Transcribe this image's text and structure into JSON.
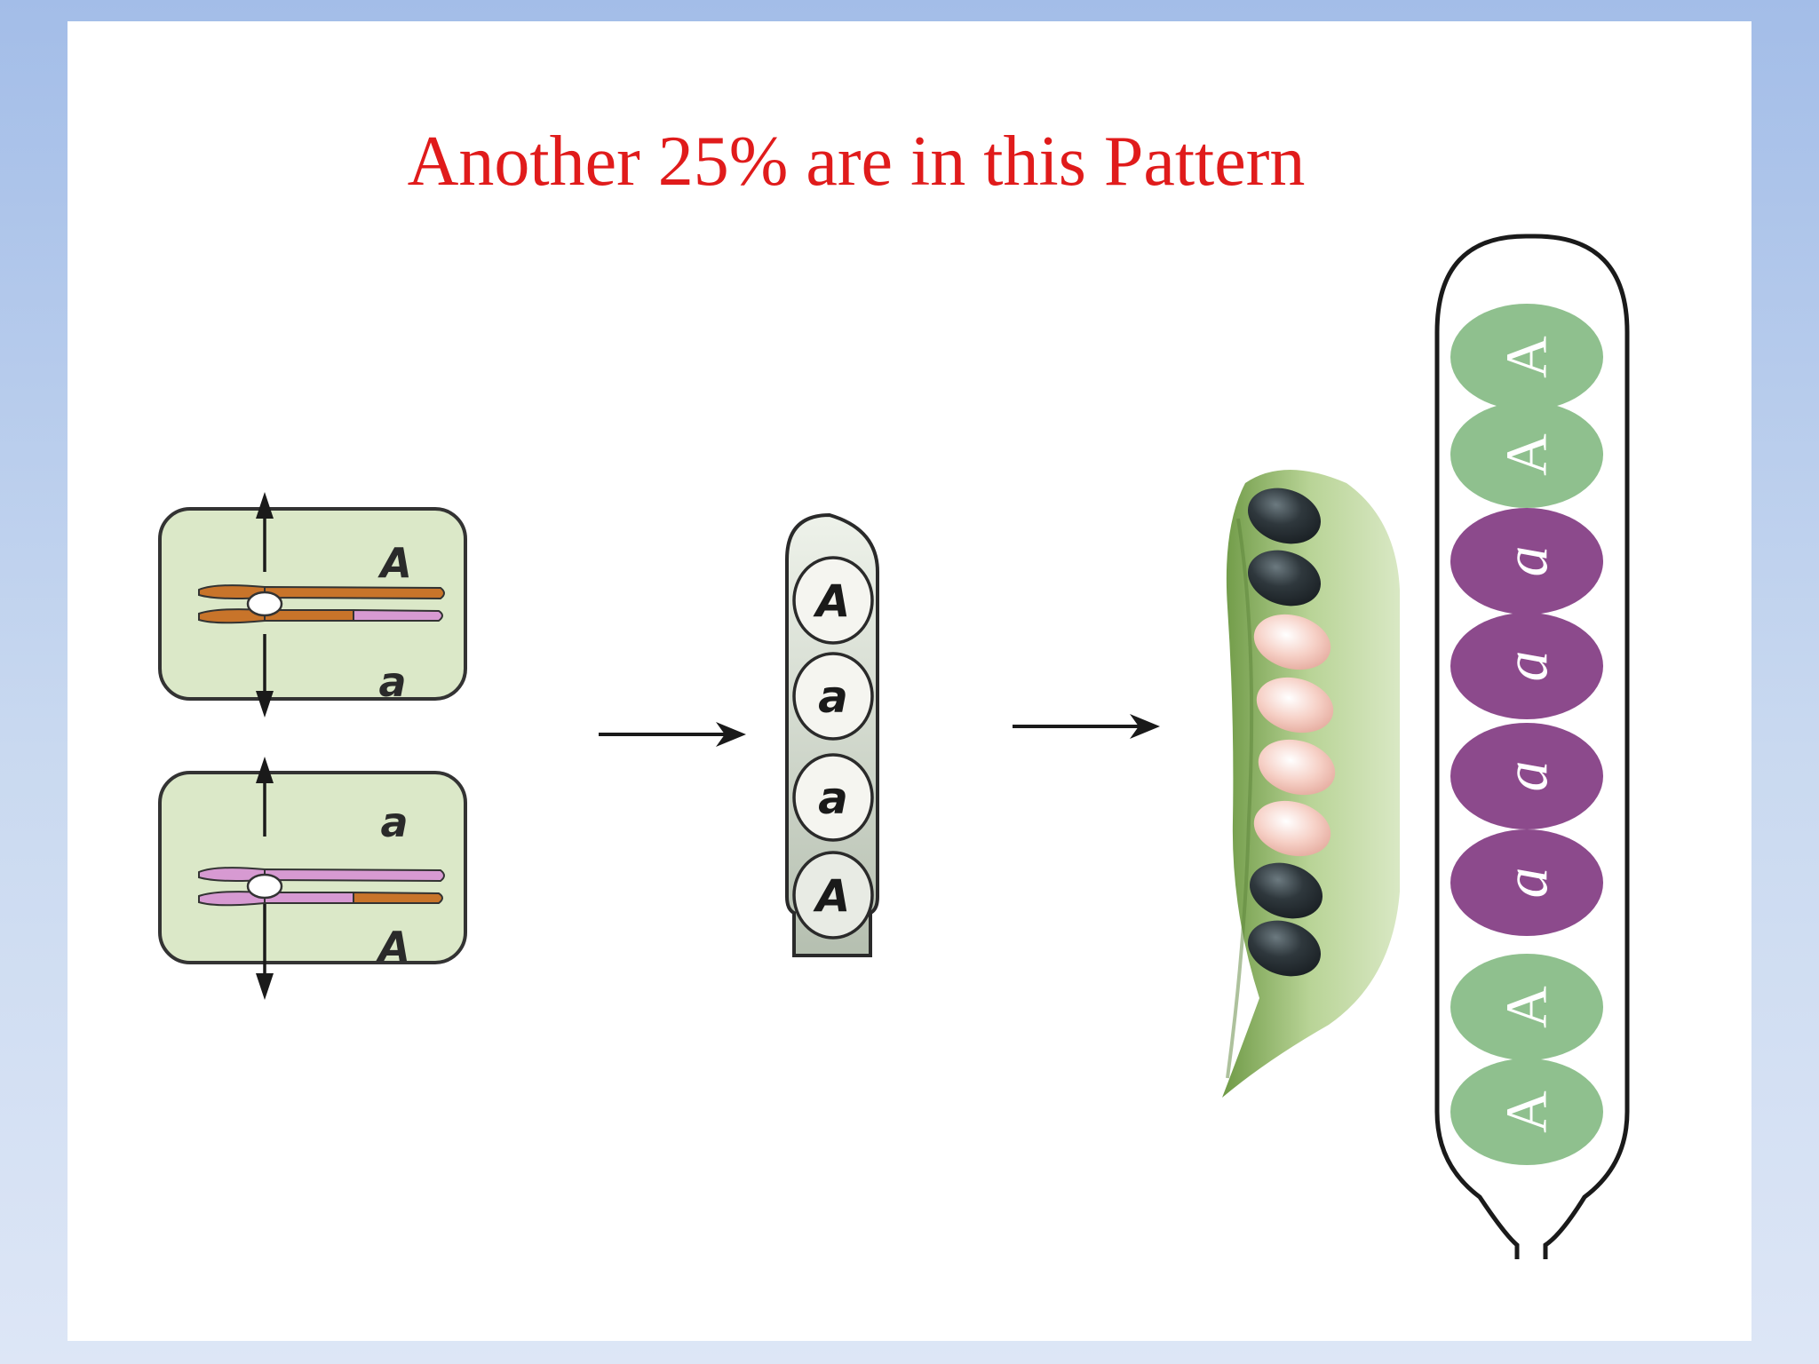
{
  "title": "Another 25% are in this Pattern",
  "colors": {
    "title": "#e01b1b",
    "cell_fill": "#dbe8c8",
    "chromosome_orange": "#c8742a",
    "chromosome_pink": "#d79ad2",
    "spore_green": "#8fc08e",
    "spore_purple": "#8c4a8c",
    "seed_dark": "#2b3236",
    "seed_pink": "#f2c3b8"
  },
  "cells": [
    {
      "top_label": "A",
      "bottom_label": "a"
    },
    {
      "top_label": "a",
      "bottom_label": "A"
    }
  ],
  "small_ascus": {
    "spores": [
      "A",
      "a",
      "a",
      "A"
    ]
  },
  "pod": {
    "seeds": [
      "dark",
      "dark",
      "pink",
      "pink",
      "pink",
      "pink",
      "dark",
      "dark"
    ]
  },
  "large_ascus": {
    "spores": [
      "A",
      "A",
      "a",
      "a",
      "a",
      "a",
      "A",
      "A"
    ]
  },
  "icons": [
    "arrow-right-icon",
    "arrow-right-icon"
  ]
}
